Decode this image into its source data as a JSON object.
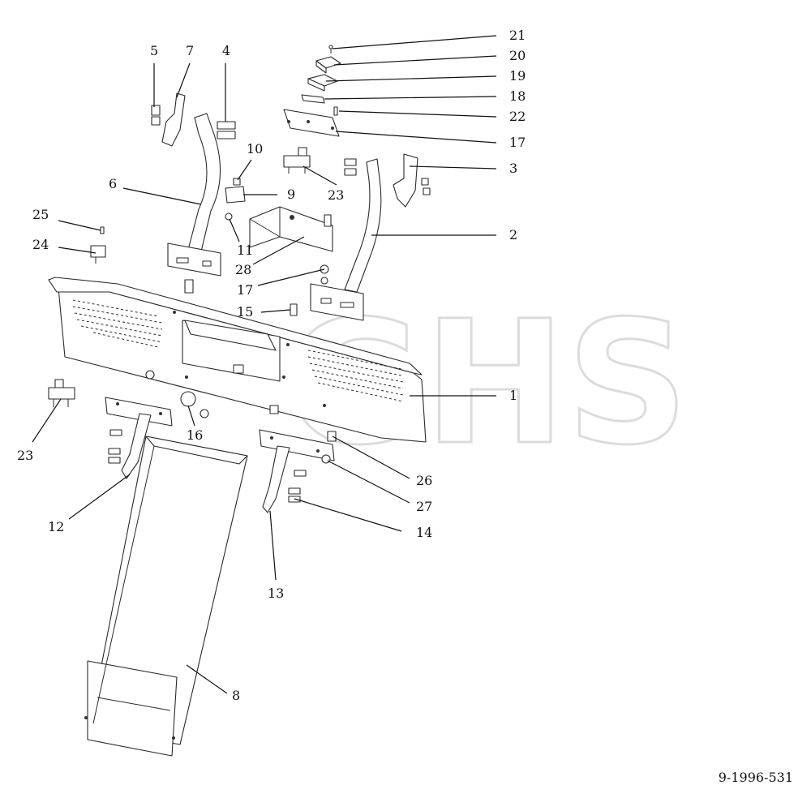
{
  "diagram": {
    "drawing_number": "9-1996-531",
    "watermark": "GHS",
    "callouts": [
      {
        "id": "c1",
        "label": "1"
      },
      {
        "id": "c2",
        "label": "2"
      },
      {
        "id": "c3",
        "label": "3"
      },
      {
        "id": "c4",
        "label": "4"
      },
      {
        "id": "c5",
        "label": "5"
      },
      {
        "id": "c6",
        "label": "6"
      },
      {
        "id": "c7",
        "label": "7"
      },
      {
        "id": "c8",
        "label": "8"
      },
      {
        "id": "c9",
        "label": "9"
      },
      {
        "id": "c10",
        "label": "10"
      },
      {
        "id": "c11",
        "label": "11"
      },
      {
        "id": "c12",
        "label": "12"
      },
      {
        "id": "c13",
        "label": "13"
      },
      {
        "id": "c14",
        "label": "14"
      },
      {
        "id": "c15",
        "label": "15"
      },
      {
        "id": "c16",
        "label": "16"
      },
      {
        "id": "c17a",
        "label": "17"
      },
      {
        "id": "c17b",
        "label": "17"
      },
      {
        "id": "c18",
        "label": "18"
      },
      {
        "id": "c19",
        "label": "19"
      },
      {
        "id": "c20",
        "label": "20"
      },
      {
        "id": "c21",
        "label": "21"
      },
      {
        "id": "c22",
        "label": "22"
      },
      {
        "id": "c23a",
        "label": "23"
      },
      {
        "id": "c23b",
        "label": "23"
      },
      {
        "id": "c24",
        "label": "24"
      },
      {
        "id": "c25",
        "label": "25"
      },
      {
        "id": "c26",
        "label": "26"
      },
      {
        "id": "c27",
        "label": "27"
      },
      {
        "id": "c28",
        "label": "28"
      }
    ]
  }
}
